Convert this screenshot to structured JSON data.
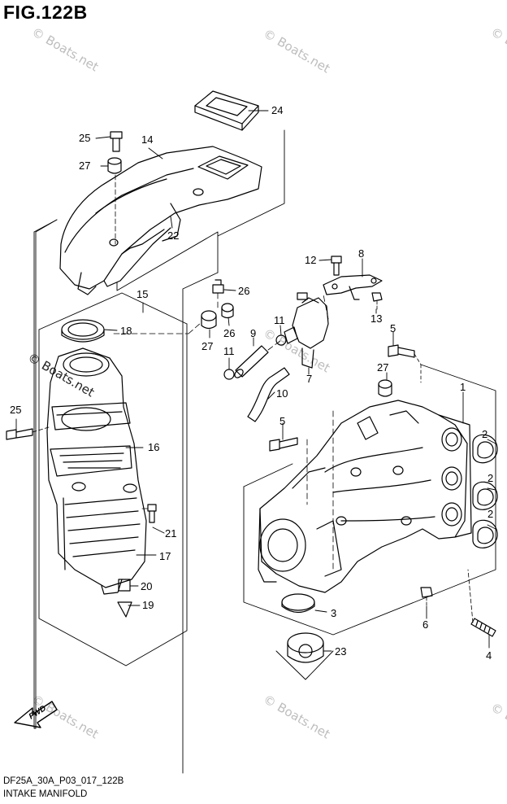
{
  "figure": {
    "title": "FIG.122B",
    "code": "DF25A_30A_P03_017_122B",
    "name": "INTAKE MANIFOLD",
    "direction_label": "FWD"
  },
  "watermarks": [
    "© Boats.net",
    "© Boats.net",
    "© Boats.net",
    "© Boats.net",
    "© Boats.net",
    "© Boats.net",
    "© Boats.net",
    "© Boats.net"
  ],
  "callouts": [
    {
      "id": "c24",
      "label": "24"
    },
    {
      "id": "c25a",
      "label": "25"
    },
    {
      "id": "c14",
      "label": "14"
    },
    {
      "id": "c27a",
      "label": "27"
    },
    {
      "id": "c22",
      "label": "22"
    },
    {
      "id": "c8",
      "label": "8"
    },
    {
      "id": "c12",
      "label": "12"
    },
    {
      "id": "c26a",
      "label": "26"
    },
    {
      "id": "c15",
      "label": "15"
    },
    {
      "id": "c13",
      "label": "13"
    },
    {
      "id": "c11a",
      "label": "11"
    },
    {
      "id": "c26b",
      "label": "26"
    },
    {
      "id": "c18",
      "label": "18"
    },
    {
      "id": "c9",
      "label": "9"
    },
    {
      "id": "c5a",
      "label": "5"
    },
    {
      "id": "c27b",
      "label": "27"
    },
    {
      "id": "c11b",
      "label": "11"
    },
    {
      "id": "c7",
      "label": "7"
    },
    {
      "id": "c27c",
      "label": "27"
    },
    {
      "id": "c1",
      "label": "1"
    },
    {
      "id": "c10",
      "label": "10"
    },
    {
      "id": "c25b",
      "label": "25"
    },
    {
      "id": "c5b",
      "label": "5"
    },
    {
      "id": "c2a",
      "label": "2"
    },
    {
      "id": "c16",
      "label": "16"
    },
    {
      "id": "c2b",
      "label": "2"
    },
    {
      "id": "c2c",
      "label": "2"
    },
    {
      "id": "c21",
      "label": "21"
    },
    {
      "id": "c17",
      "label": "17"
    },
    {
      "id": "c20",
      "label": "20"
    },
    {
      "id": "c19",
      "label": "19"
    },
    {
      "id": "c3",
      "label": "3"
    },
    {
      "id": "c6",
      "label": "6"
    },
    {
      "id": "c4",
      "label": "4"
    },
    {
      "id": "c23",
      "label": "23"
    }
  ]
}
